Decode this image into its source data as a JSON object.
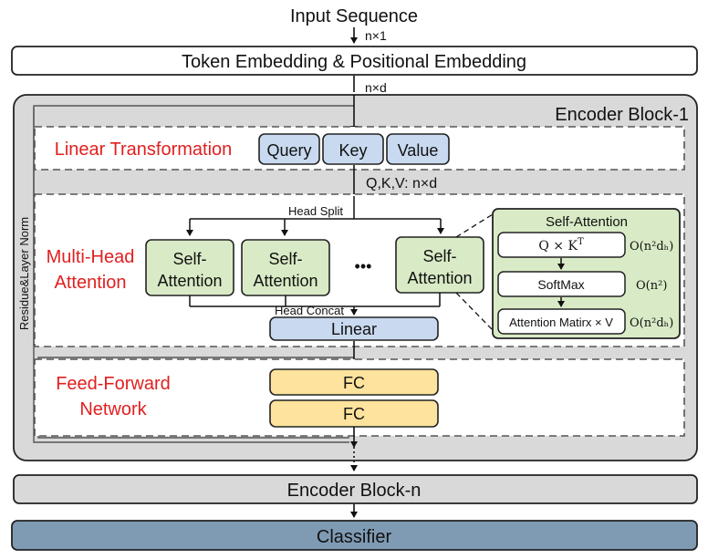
{
  "diagram": {
    "input_label": "Input Sequence",
    "dim_input": "n×1",
    "embedding_label": "Token Embedding & Positional Embedding",
    "dim_embed": "n×d",
    "encoder_block_1_label": "Encoder Block-1",
    "residual_label": "Residue&Layer Norm",
    "linear_transformation_label": "Linear Transformation",
    "query_label": "Query",
    "key_label": "Key",
    "value_label": "Value",
    "dim_qkv": "Q,K,V: n×d",
    "head_split_label": "Head Split",
    "mha_label_line1": "Multi-Head",
    "mha_label_line2": "Attention",
    "self_attention_line1": "Self-",
    "self_attention_line2": "Attention",
    "ellipsis": "•••",
    "head_concat_label": "Head Concat",
    "linear_label": "Linear",
    "detail_title": "Self-Attention",
    "detail_step1": "Q × K",
    "detail_step1_sup": "T",
    "detail_step2": "SoftMax",
    "detail_step3": "Attention Matirx × V",
    "complexity_1": "O(n²dₕ)",
    "complexity_2": "O(n²)",
    "complexity_3": "O(n²dₕ)",
    "ffn_label_line1": "Feed-Forward",
    "ffn_label_line2": "Network",
    "fc_label": "FC",
    "encoder_block_n_label": "Encoder Block-n",
    "classifier_label": "Classifier",
    "colors": {
      "blue_box": "#c9daf0",
      "green_box": "#d9ebc6",
      "yellow_box": "#fde39d",
      "gray_block": "#d9d9d9",
      "classifier": "#7f9bb4",
      "red_text": "#e02020",
      "outline": "#222222"
    }
  }
}
